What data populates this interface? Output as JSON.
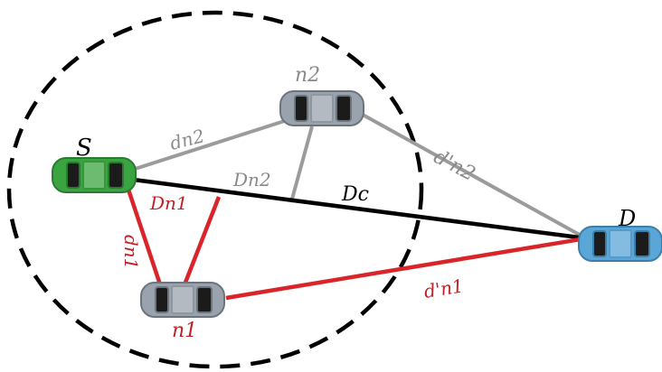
{
  "nodes": {
    "source": {
      "label": "S"
    },
    "relay1": {
      "label": "n1"
    },
    "relay2": {
      "label": "n2"
    },
    "destination": {
      "label": "D"
    }
  },
  "edges": {
    "s_n2": {
      "label": "dn2"
    },
    "n2_d": {
      "label": "d'n2"
    },
    "s_n1": {
      "label": "dn1"
    },
    "n1_d": {
      "label": "d'n1"
    },
    "s_d": {
      "label": "Dc"
    },
    "n1_proj": {
      "label": "Dn1"
    },
    "n2_proj": {
      "label": "Dn2"
    }
  },
  "colors": {
    "red": "#d9252a",
    "gray": "#9b9b9b",
    "black": "#000000",
    "car_green": "#3aa441",
    "car_blue": "#5aa6d6",
    "car_gray": "#9aa3ad"
  }
}
